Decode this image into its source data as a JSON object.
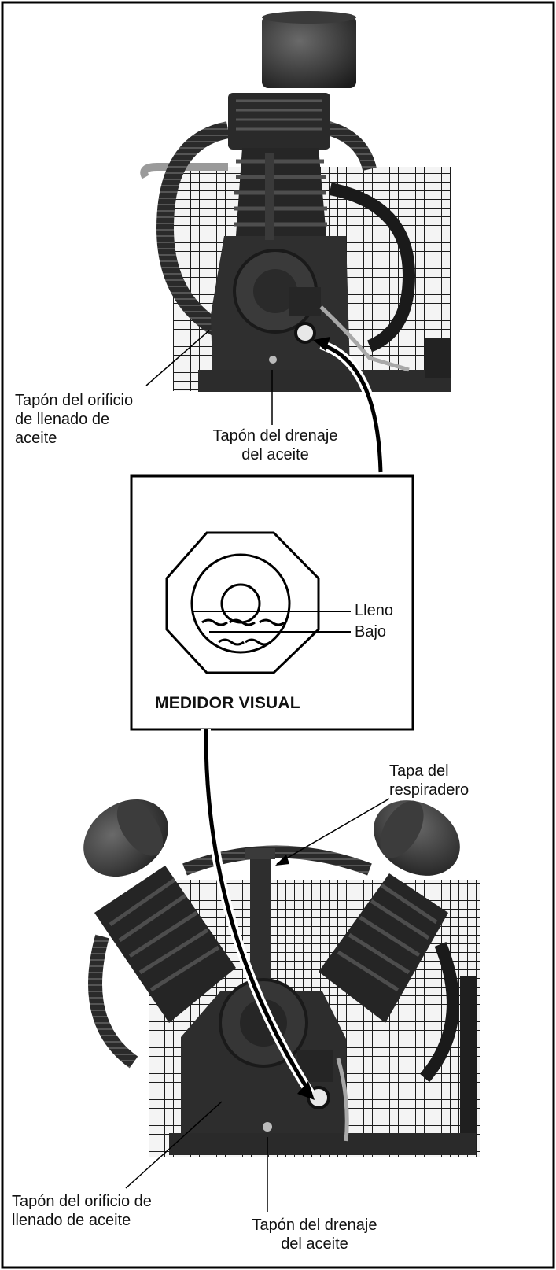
{
  "top_photo": {
    "callouts": {
      "fill_plug": "Tapón del orificio\nde llenado de\naceite",
      "drain_plug": "Tapón del drenaje\ndel aceite"
    }
  },
  "sight_gauge": {
    "title": "MEDIDOR VISUAL",
    "full_label": "Lleno",
    "low_label": "Bajo"
  },
  "bottom_photo": {
    "callouts": {
      "breather_cap": "Tapa del\nrespiradero",
      "fill_plug": "Tapón del orificio de\nllenado de aceite",
      "drain_plug": "Tapón del drenaje\ndel aceite"
    }
  }
}
